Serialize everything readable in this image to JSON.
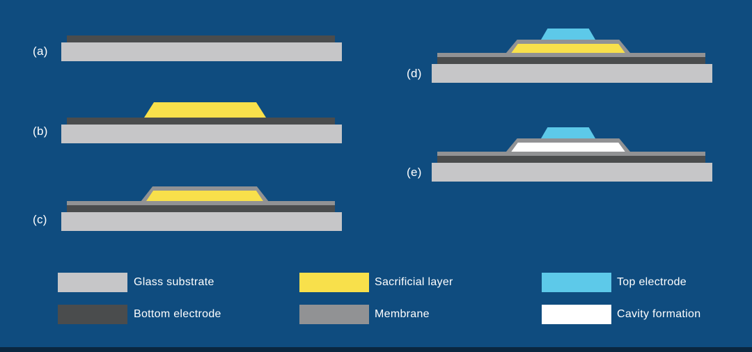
{
  "diagram": {
    "type": "process-flow",
    "description": "Microfabrication process steps diagram with five cross-section stages and a material legend"
  },
  "steps": [
    {
      "label": "(a)",
      "layers": [
        "glass_substrate",
        "bottom_electrode"
      ]
    },
    {
      "label": "(b)",
      "layers": [
        "glass_substrate",
        "bottom_electrode",
        "sacrificial_layer"
      ]
    },
    {
      "label": "(c)",
      "layers": [
        "glass_substrate",
        "bottom_electrode",
        "sacrificial_layer",
        "membrane"
      ]
    },
    {
      "label": "(d)",
      "layers": [
        "glass_substrate",
        "bottom_electrode",
        "sacrificial_layer",
        "membrane",
        "top_electrode"
      ]
    },
    {
      "label": "(e)",
      "layers": [
        "glass_substrate",
        "bottom_electrode",
        "cavity",
        "membrane",
        "top_electrode"
      ]
    }
  ],
  "legend": {
    "items": [
      {
        "label": "Glass substrate"
      },
      {
        "label": "Bottom electrode"
      },
      {
        "label": "Sacrificial layer"
      },
      {
        "label": "Membrane"
      },
      {
        "label": "Top electrode"
      },
      {
        "label": "Cavity formation"
      }
    ]
  },
  "colors": {
    "background": "#0f4c7f",
    "substrate": "#c6c6c8",
    "bottom_electrode": "#4a4c4d",
    "sacrificial": "#f8e04b",
    "membrane": "#919294",
    "top_electrode": "#5dc9e9",
    "cavity": "#ffffff",
    "text": "#ffffff",
    "footer": "#0a2740"
  }
}
